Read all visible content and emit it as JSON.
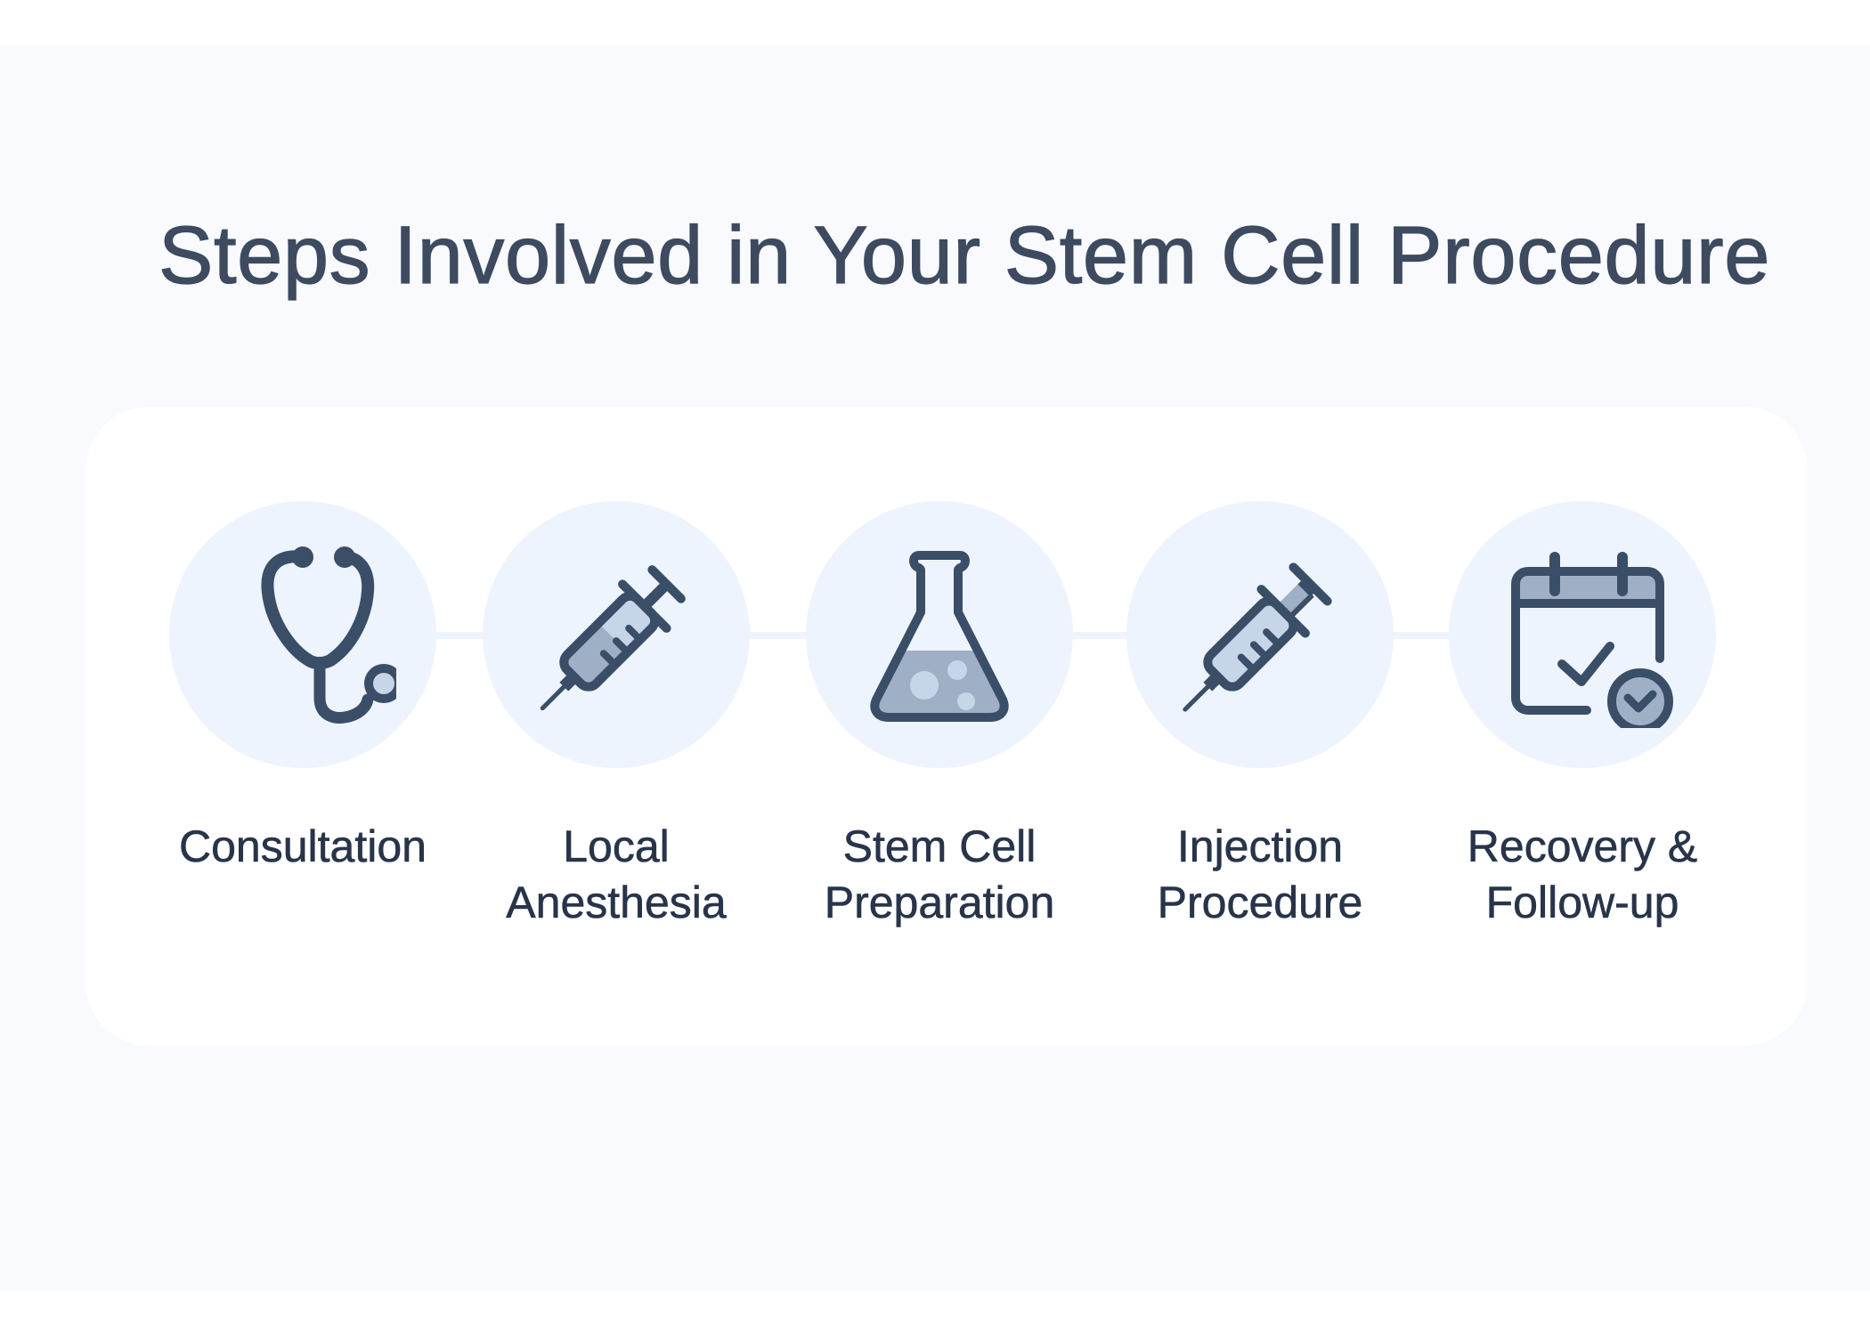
{
  "title": "Steps Involved in Your Stem Cell Procedure",
  "colors": {
    "background": "#f8fafd",
    "card": "#ffffff",
    "circle": "#edf4fd",
    "icon_stroke": "#3a4e68",
    "icon_fill": "#9fb0c6",
    "icon_fill_light": "#c6d5e8",
    "title_text": "#3d4a5f",
    "label_text": "#28344a"
  },
  "steps": [
    {
      "icon": "stethoscope-icon",
      "label_line1": "Consultation",
      "label_line2": ""
    },
    {
      "icon": "syringe-icon",
      "label_line1": "Local",
      "label_line2": "Anesthesia"
    },
    {
      "icon": "flask-icon",
      "label_line1": "Stem Cell",
      "label_line2": "Preparation"
    },
    {
      "icon": "syringe-icon",
      "label_line1": "Injection",
      "label_line2": "Procedure"
    },
    {
      "icon": "calendar-check-icon",
      "label_line1": "Recovery &",
      "label_line2": "Follow-up"
    }
  ]
}
